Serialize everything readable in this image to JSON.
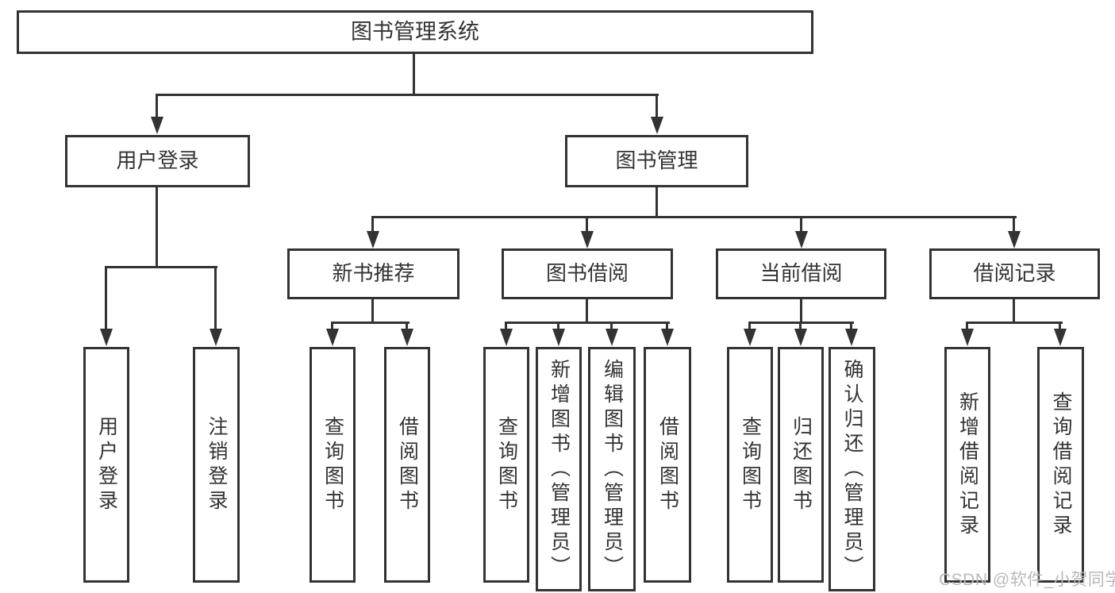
{
  "diagram": {
    "title": "图书管理系统",
    "level1": {
      "user_login": "用户登录",
      "book_mgmt": "图书管理"
    },
    "level2": {
      "new_books": "新书推荐",
      "book_borrow": "图书借阅",
      "current_borrow": "当前借阅",
      "borrow_records": "借阅记录"
    },
    "leaves": {
      "user_login": "用户登录",
      "logout": "注销登录",
      "nb_query_books": "查询图书",
      "nb_borrow_books": "借阅图书",
      "bb_query_books": "查询图书",
      "bb_add_books": "新增图书（管理员）",
      "bb_edit_books": "编辑图书（管理员）",
      "bb_borrow_books": "借阅图书",
      "cb_query_books": "查询图书",
      "cb_return_books": "归还图书",
      "cb_confirm_return": "确认归还（管理员）",
      "br_add_record": "新增借阅记录",
      "br_query_record": "查询借阅记录"
    },
    "hierarchy": {
      "图书管理系统": {
        "用户登录": [
          "用户登录",
          "注销登录"
        ],
        "图书管理": {
          "新书推荐": [
            "查询图书",
            "借阅图书"
          ],
          "图书借阅": [
            "查询图书",
            "新增图书（管理员）",
            "编辑图书（管理员）",
            "借阅图书"
          ],
          "当前借阅": [
            "查询图书",
            "归还图书",
            "确认归还（管理员）"
          ],
          "借阅记录": [
            "新增借阅记录",
            "查询借阅记录"
          ]
        }
      }
    },
    "watermark": "CSDN @软件_小贺同学",
    "colors": {
      "line": "#333333",
      "text": "#333333",
      "box_bg": "#ffffff",
      "watermark": "#b9b9b9"
    }
  }
}
